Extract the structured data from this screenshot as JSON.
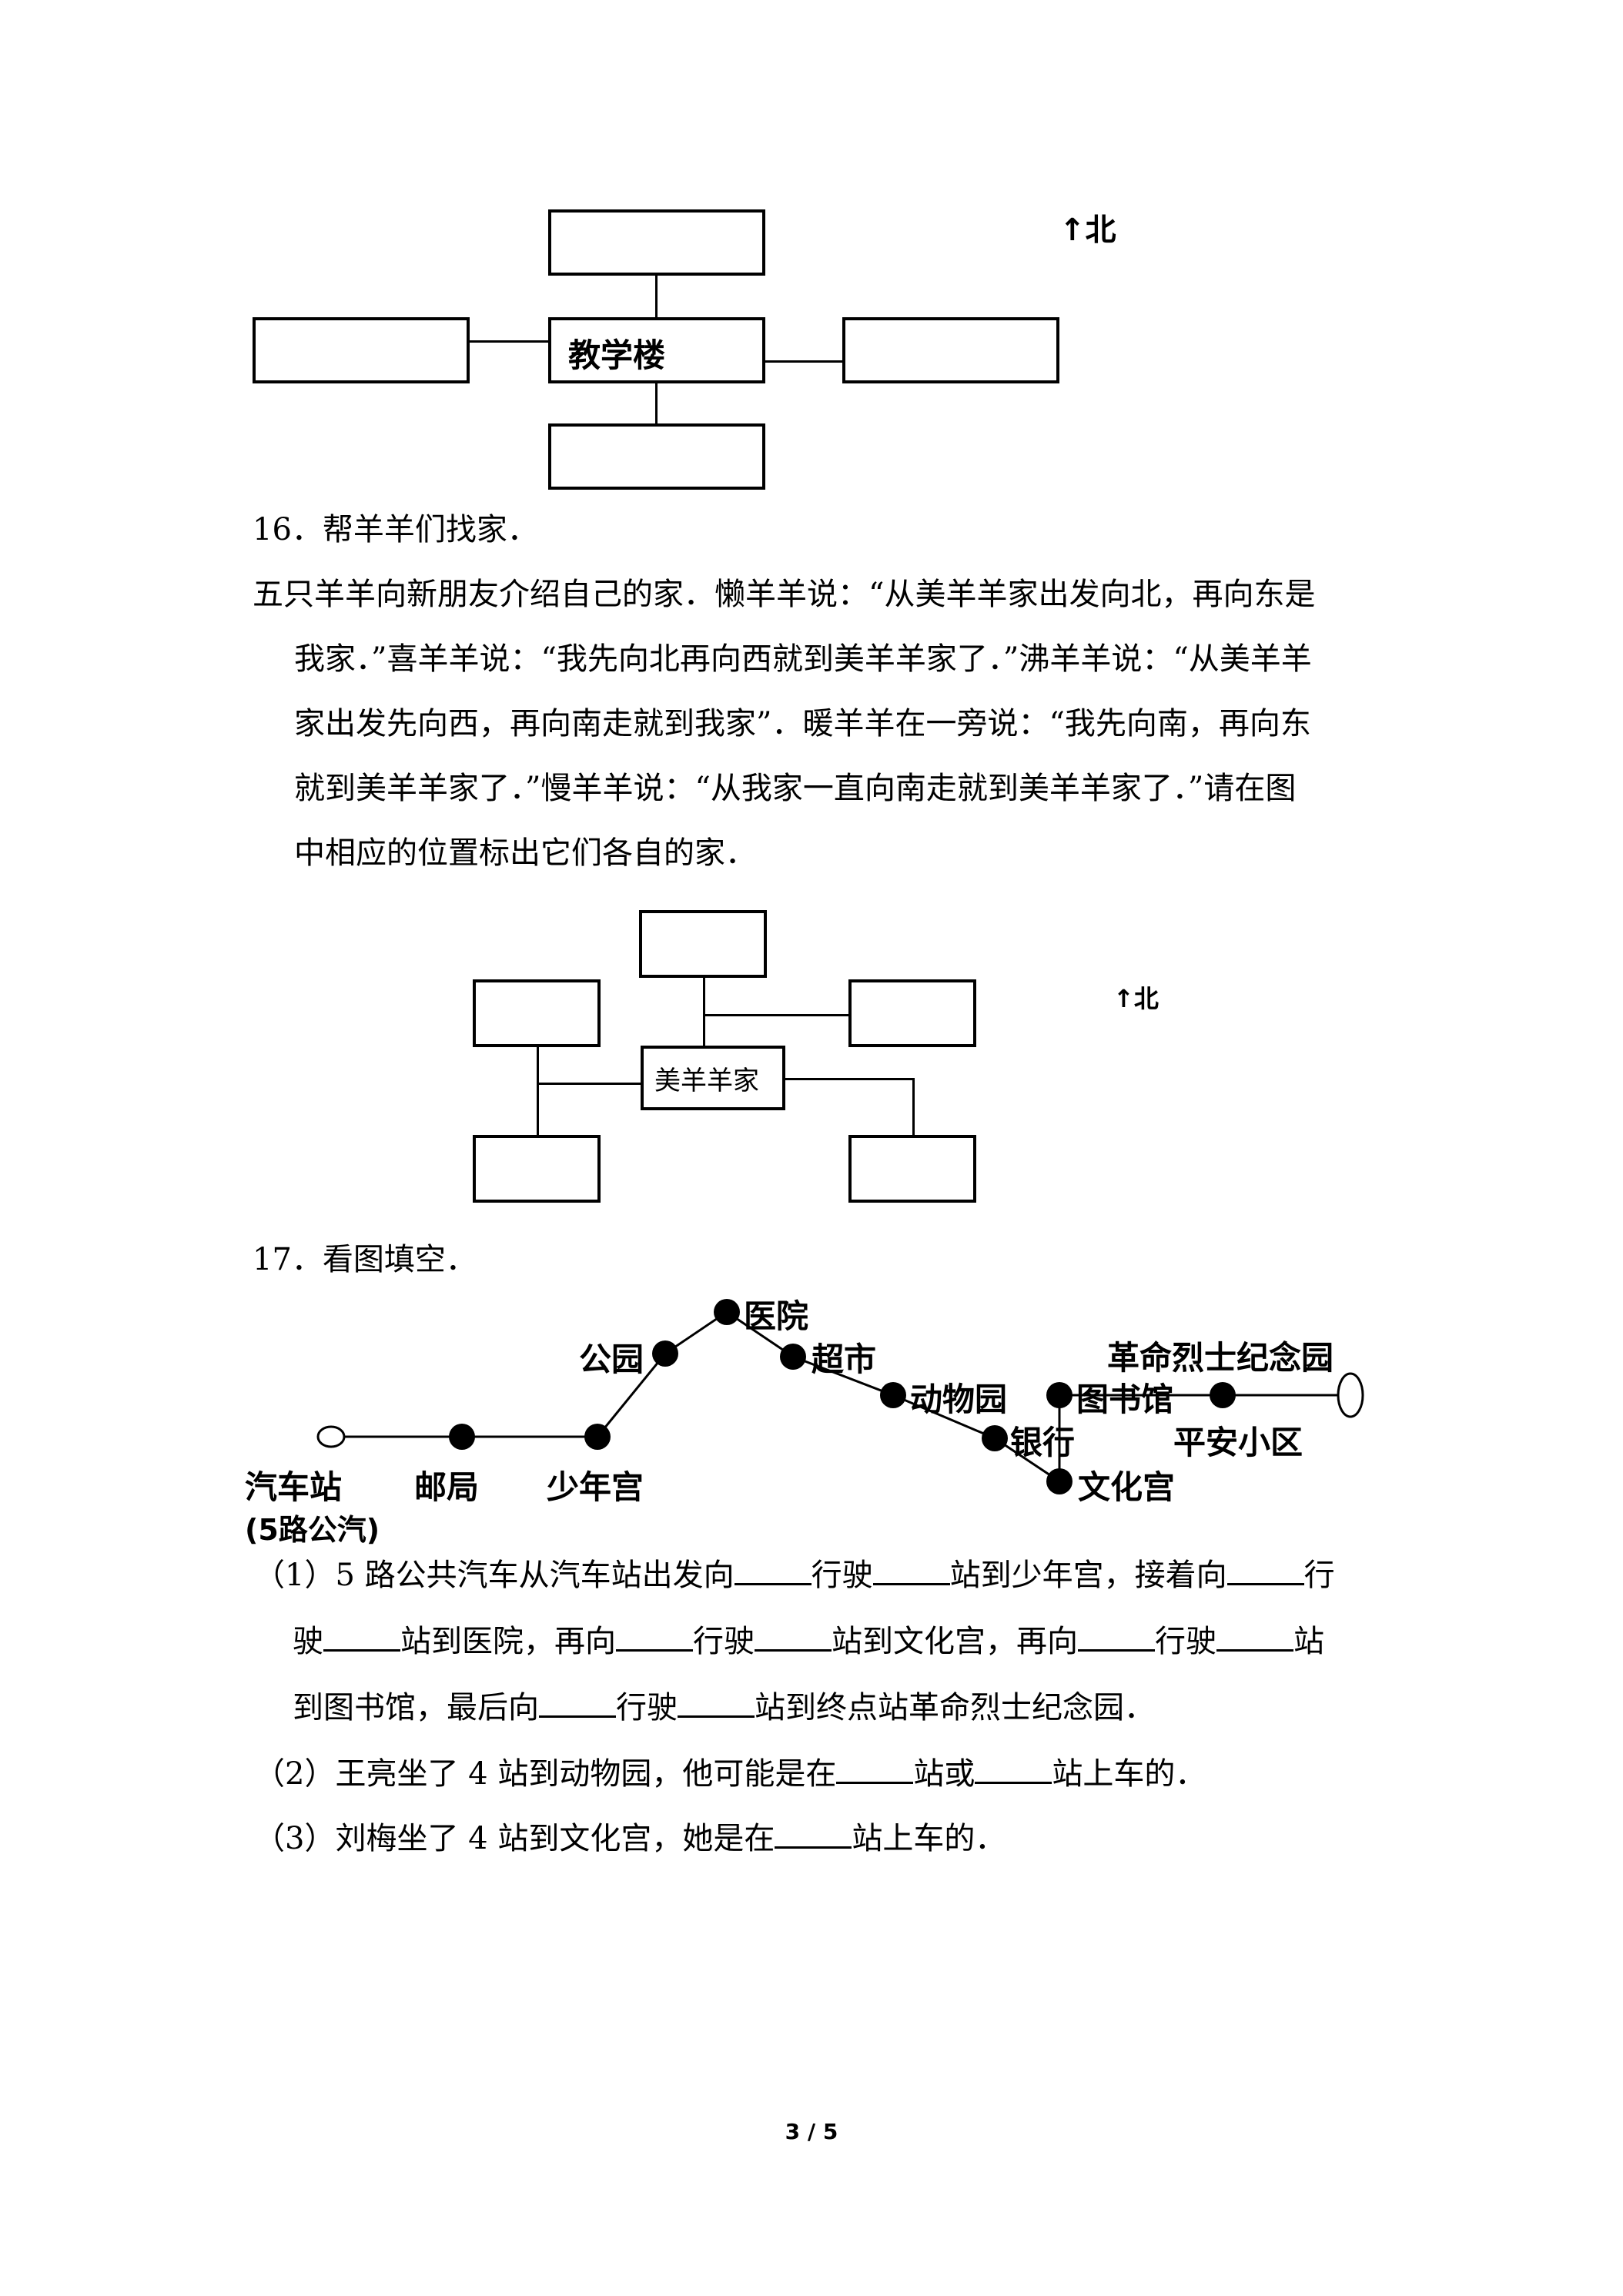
{
  "diagram1": {
    "center_label": "教学楼",
    "north_label": "北"
  },
  "q16": {
    "number": "16．",
    "title": "帮羊羊们找家．",
    "lines": [
      "五只羊羊向新朋友介绍自己的家．懒羊羊说：“从美羊羊家出发向北，再向东是",
      "我家．”喜羊羊说：“我先向北再向西就到美羊羊家了．”沸羊羊说：“从美羊羊",
      "家出发先向西，再向南走就到我家”．暖羊羊在一旁说：“我先向南，再向东",
      "就到美羊羊家了．”慢羊羊说：“从我家一直向南走就到美羊羊家了．”请在图",
      "中相应的位置标出它们各自的家．"
    ]
  },
  "diagram2": {
    "center_label": "美羊羊家",
    "north_label": "北"
  },
  "q17": {
    "number": "17．",
    "title": "看图填空．",
    "map": {
      "stations": {
        "bus_station": "汽车站",
        "bus_line": "(5路公汽)",
        "post_office": "邮局",
        "youth_palace": "少年宫",
        "park": "公园",
        "hospital": "医院",
        "supermarket": "超市",
        "zoo": "动物园",
        "bank": "银行",
        "culture_palace": "文化宫",
        "library": "图书馆",
        "pingan": "平安小区",
        "memorial": "革命烈士纪念园"
      }
    },
    "sub1": {
      "l1_a": "（1）5 路公共汽车从汽车站出发向",
      "l1_b": "行驶",
      "l1_c": "站到少年宫，接着向",
      "l1_d": "行",
      "l2_a": "驶",
      "l2_b": "站到医院，再向",
      "l2_c": "行驶",
      "l2_d": "站到文化宫，再向",
      "l2_e": "行驶",
      "l2_f": "站",
      "l3_a": "到图书馆，最后向",
      "l3_b": "行驶",
      "l3_c": "站到终点站革命烈士纪念园．"
    },
    "sub2": {
      "a": "（2）王亮坐了 4 站到动物园，他可能是在",
      "b": "站或",
      "c": "站上车的．"
    },
    "sub3": {
      "a": "（3）刘梅坐了 4 站到文化宫，她是在",
      "b": "站上车的．"
    }
  },
  "footer": {
    "page": "3 / 5"
  }
}
